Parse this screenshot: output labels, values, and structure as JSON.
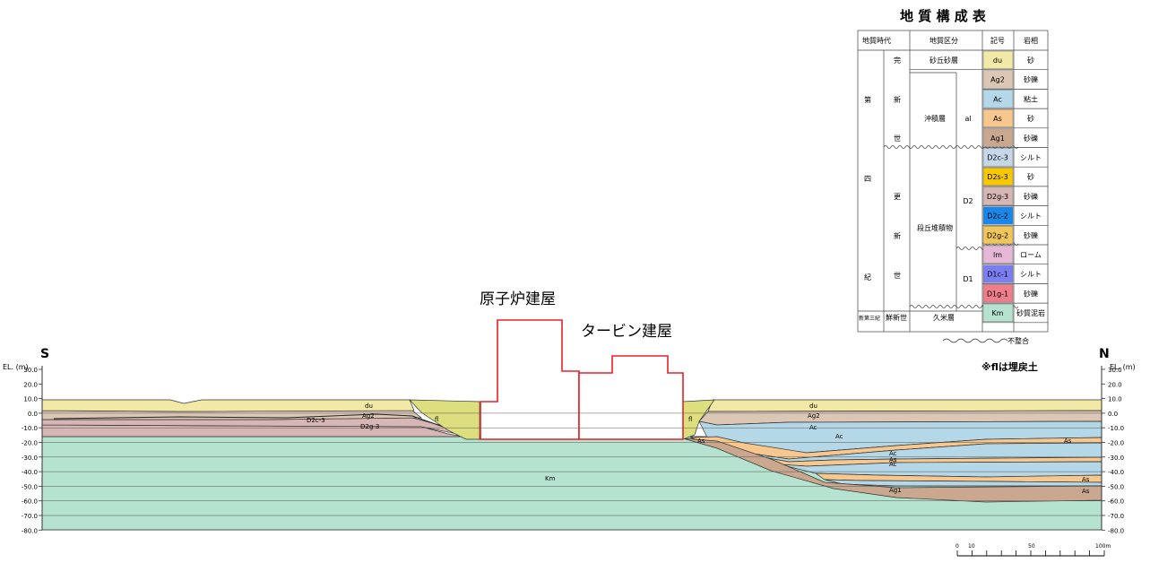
{
  "colors": {
    "Km": "#b6e3cf",
    "du": "#f2e9a6",
    "Ag2": "#dcc7b4",
    "Ac": "#b5d8e8",
    "As": "#f7c78e",
    "Ag1": "#c9a88f",
    "D2c3": "#c5d7e8",
    "D2s3": "#f7c700",
    "D2g3": "#d7b7b5",
    "D2c2": "#1a86e8",
    "D2g2": "#f0c55a",
    "lm": "#e6b8d8",
    "D1c1": "#7b7ef0",
    "D1g1": "#f07e8a",
    "fill": "#dddf7f",
    "building": "#e8202a"
  },
  "section": {
    "south": "S",
    "north": "N",
    "unit": "EL. (m)",
    "ticks": [
      "30.0",
      "20.0",
      "10.0",
      "0.0",
      "-10.0",
      "-20.0",
      "-30.0",
      "-40.0",
      "-50.0",
      "-60.0",
      "-70.0",
      "-80.0"
    ],
    "reactor_label": "原子炉建屋",
    "turbine_label": "タービン建屋",
    "note": "※flは埋戻土",
    "layer_labels": [
      "du",
      "Ag2",
      "D2c-3",
      "D2g-3",
      "fl",
      "Km",
      "fl",
      "du",
      "Ag2",
      "Ac",
      "Ac",
      "As",
      "As",
      "Ac",
      "As",
      "Ac",
      "Ag1",
      "As",
      "As"
    ],
    "scale_labels": [
      "0",
      "10",
      "50",
      "100m"
    ]
  },
  "legend": {
    "title": "地 質 構 成 表",
    "headers": [
      "地質時代",
      "地質区分",
      "記号",
      "岩相"
    ],
    "era": [
      "第",
      "四",
      "紀"
    ],
    "holocene": [
      "完",
      "新",
      "世"
    ],
    "pleistocene": [
      "更",
      "新",
      "世"
    ],
    "neogene": "新第三紀",
    "pliocene": "鮮新世",
    "dune": "砂丘砂層",
    "alluvium": "沖積層",
    "al": "al",
    "terrace": "段丘堆積物",
    "D2": "D2",
    "D1": "D1",
    "kume": "久米層",
    "rows": [
      {
        "code": "du",
        "lith": "砂"
      },
      {
        "code": "Ag2",
        "lith": "砂礫"
      },
      {
        "code": "Ac",
        "lith": "粘土"
      },
      {
        "code": "As",
        "lith": "砂"
      },
      {
        "code": "Ag1",
        "lith": "砂礫"
      },
      {
        "code": "D2c-3",
        "lith": "シルト"
      },
      {
        "code": "D2s-3",
        "lith": "砂"
      },
      {
        "code": "D2g-3",
        "lith": "砂礫"
      },
      {
        "code": "D2c-2",
        "lith": "シルト"
      },
      {
        "code": "D2g-2",
        "lith": "砂礫"
      },
      {
        "code": "lm",
        "lith": "ローム"
      },
      {
        "code": "D1c-1",
        "lith": "シルト"
      },
      {
        "code": "D1g-1",
        "lith": "砂礫"
      },
      {
        "code": "Km",
        "lith": "砂質泥岩"
      }
    ],
    "unconformity": "不整合"
  }
}
